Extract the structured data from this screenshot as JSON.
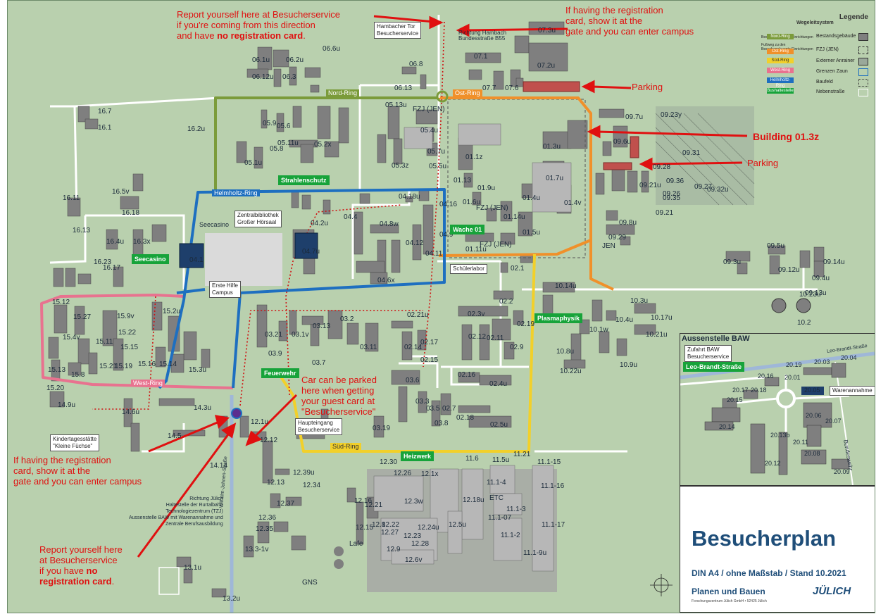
{
  "notes": {
    "top_left": [
      "Report yourself here at Besucherservice",
      "if you're coming from this direction",
      "and have ",
      "no registration card",
      "."
    ],
    "top_right": [
      "If having the registration",
      "card, show it at the",
      "gate and you can enter campus"
    ],
    "bottom_gate": [
      "If having the registration",
      "card, show it at the",
      "gate and you can enter campus"
    ],
    "bottom_report": [
      "Report yourself here",
      "at Besucherservice",
      "if you have ",
      "no",
      "registration card",
      "."
    ],
    "car_parked": [
      "Car can be parked",
      "here when getting",
      "your guest card at",
      "\"Besucherservice\""
    ],
    "parking_1": "Parking",
    "parking_2": "Parking",
    "building": "Building 01.3z"
  },
  "legend": {
    "title": "Legende",
    "subtitle": "Wegeleitsystem",
    "rings": [
      "Nord-Ring",
      "Ost-Ring",
      "Süd-Ring",
      "West-Ring",
      "Helmholtz-Ring",
      "Bushaltestelle"
    ],
    "ring_colors": [
      "#7b9b3a",
      "#f0902a",
      "#f2d02a",
      "#e05a78",
      "#1e6fc0",
      "#17a33a"
    ],
    "items": [
      "Bestandsgebäude",
      "FZJ (JEN)",
      "Externer Anrainer",
      "Grenzen Zaun",
      "Baufeld",
      "Nebenstraße"
    ],
    "footpath": [
      "Fußweg zu den",
      "Besucherrelevante Einrichtungen"
    ],
    "entry": "Besucherrelevante Einrichtungen"
  },
  "places": {
    "hambacher_tor": [
      "Hambacher Tor",
      "Besucherservice"
    ],
    "richtung_hambach": [
      "Richtung Hambach",
      "Bundesstraße B55"
    ],
    "zentralbibliothek": [
      "Zentralbibliothek",
      "Großer Hörsaal"
    ],
    "seecasino": "Seecasino",
    "erste_hilfe": [
      "Erste Hilfe",
      "Campus"
    ],
    "schuelerlabor": "Schülerlabor",
    "haupteingang": [
      "Haupteingang",
      "Besucherservice"
    ],
    "kindertagesstaette": [
      "Kindertagesstätte",
      "\"Kleine Füchse\""
    ],
    "richtung_juelich": [
      "Richtung Jülich",
      "Haltestelle der Rurtalbahn",
      "Technologiezentrum (TZJ)",
      "Aussenstelle BAW mit Warenannahme und",
      "Zentrale Berufsausbildung"
    ],
    "wilhelm_johnen": "Wilhelm-Johnen-Straße",
    "gns": "GNS",
    "lafe": "Lafe",
    "jen": "JEN",
    "etc": "ETC"
  },
  "stops": [
    "Strahlenschutz",
    "Wache 01",
    "Seecasino",
    "Plasmaphysik",
    "Feuerwehr",
    "Heizwerk"
  ],
  "ring_labels": {
    "nord": "Nord-Ring",
    "ost": "Ost-Ring",
    "sued": "Süd-Ring",
    "west": "West-Ring",
    "helmholtz": "Helmholtz-Ring"
  },
  "inset": {
    "title": "Aussenstelle BAW",
    "zufahrt": [
      "Zufahrt BAW",
      "Besucherservice"
    ],
    "stop": "Leo-Brandt-Straße",
    "street": "Leo-Brandt-Straße",
    "warenannahme": "Warenannahme",
    "bundeswehr": "Bundeswehr",
    "buildings": [
      "20.19",
      "20.03",
      "20.04",
      "20.16",
      "20.01",
      "20.17",
      "20.18",
      "20.05",
      "20.15",
      "20.14",
      "20.06",
      "20.07",
      "20.13b",
      "20.11",
      "20.08",
      "20.12",
      "20.09"
    ]
  },
  "title_panel": {
    "title": "Besucherplan",
    "subtitle": "DIN A4 / ohne Maßstab / Stand 10.2021",
    "dept": "Planen und Bauen",
    "address": "Forschungszentrum Jülich GmbH • 52425 Jülich",
    "logo": "JÜLICH"
  },
  "buildings": [
    [
      "06.6u",
      447,
      64
    ],
    [
      "06.1u",
      347,
      80
    ],
    [
      "06.2u",
      395,
      80
    ],
    [
      "06.12u",
      347,
      104
    ],
    [
      "06.3",
      390,
      104
    ],
    [
      "05.9",
      362,
      170
    ],
    [
      "05.6",
      382,
      174
    ],
    [
      "05.11u",
      383,
      198
    ],
    [
      "05.8",
      372,
      206
    ],
    [
      "05.1u",
      336,
      226
    ],
    [
      "05.2x",
      435,
      200
    ],
    [
      "05.13u",
      536,
      144
    ],
    [
      "FZJ (JEN)",
      575,
      150
    ],
    [
      "05.4u",
      586,
      180
    ],
    [
      "05.3z",
      545,
      230
    ],
    [
      "05.7u",
      596,
      210
    ],
    [
      "05.5u",
      598,
      231
    ],
    [
      "16.7",
      128,
      153
    ],
    [
      "16.1",
      128,
      176
    ],
    [
      "16.2u",
      255,
      178
    ],
    [
      "16.11",
      78,
      276
    ],
    [
      "16.5v",
      148,
      267
    ],
    [
      "16.18",
      162,
      297
    ],
    [
      "16.4u",
      140,
      338
    ],
    [
      "16.3x",
      178,
      338
    ],
    [
      "16.13",
      92,
      322
    ],
    [
      "16.23",
      122,
      367
    ],
    [
      "16.17",
      135,
      375
    ],
    [
      "15.12",
      63,
      424
    ],
    [
      "15.27",
      93,
      445
    ],
    [
      "15.9v",
      155,
      444
    ],
    [
      "15.2u",
      220,
      437
    ],
    [
      "15.22",
      157,
      467
    ],
    [
      "15.4v",
      78,
      474
    ],
    [
      "15.11",
      125,
      480
    ],
    [
      "15.15",
      160,
      488
    ],
    [
      "15.16",
      185,
      512
    ],
    [
      "15.14",
      215,
      512
    ],
    [
      "15.21",
      130,
      515
    ],
    [
      "15.19",
      152,
      515
    ],
    [
      "15.3u",
      257,
      520
    ],
    [
      "15.13",
      57,
      520
    ],
    [
      "15.8",
      90,
      527
    ],
    [
      "15.20",
      55,
      546
    ],
    [
      "14.9u",
      71,
      570
    ],
    [
      "14.6u",
      162,
      580
    ],
    [
      "14.3u",
      264,
      574
    ],
    [
      "14.5",
      227,
      614
    ],
    [
      "14.14",
      287,
      656
    ],
    [
      "04.1",
      258,
      364
    ],
    [
      "04.2u",
      430,
      312
    ],
    [
      "04.7u",
      418,
      352
    ],
    [
      "04.4",
      477,
      303
    ],
    [
      "04.8w",
      528,
      313
    ],
    [
      "04.6x",
      525,
      393
    ],
    [
      "04.12",
      565,
      340
    ],
    [
      "04.11",
      593,
      355
    ],
    [
      "04.9",
      613,
      328
    ],
    [
      "04.16",
      613,
      285
    ],
    [
      "04.18u",
      555,
      274
    ],
    [
      "03.21",
      365,
      470
    ],
    [
      "03.9",
      370,
      497
    ],
    [
      "03.1v",
      403,
      470
    ],
    [
      "03.13",
      433,
      458
    ],
    [
      "03.2",
      472,
      448
    ],
    [
      "03.11",
      500,
      488
    ],
    [
      "03.7",
      432,
      510
    ],
    [
      "03.6",
      565,
      535
    ],
    [
      "03.3",
      579,
      565
    ],
    [
      "03.5",
      594,
      575
    ],
    [
      "03.8",
      606,
      596
    ],
    [
      "03.19",
      518,
      603
    ],
    [
      "02.21u",
      567,
      442
    ],
    [
      "02.14",
      563,
      488
    ],
    [
      "02.17",
      586,
      481
    ],
    [
      "02.15",
      586,
      506
    ],
    [
      "02.12",
      654,
      473
    ],
    [
      "02.11",
      680,
      475
    ],
    [
      "02.9",
      713,
      488
    ],
    [
      "02.3v",
      653,
      441
    ],
    [
      "02.16",
      639,
      527
    ],
    [
      "02.7",
      617,
      575
    ],
    [
      "02.4u",
      684,
      540
    ],
    [
      "02.18",
      637,
      588
    ],
    [
      "02.5u",
      685,
      598
    ],
    [
      "02.1",
      714,
      376
    ],
    [
      "02.2",
      698,
      423
    ],
    [
      "02.19",
      723,
      455
    ],
    [
      "01.1z",
      650,
      218
    ],
    [
      "01.13",
      633,
      251
    ],
    [
      "01.9u",
      667,
      262
    ],
    [
      "01.6u",
      646,
      282
    ],
    [
      "FZJ (JEN)",
      665,
      290
    ],
    [
      "01.3u",
      760,
      203
    ],
    [
      "01.4u",
      731,
      276
    ],
    [
      "01.7u",
      764,
      248
    ],
    [
      "01.4v",
      790,
      283
    ],
    [
      "01.14u",
      704,
      303
    ],
    [
      "01.5u",
      731,
      325
    ],
    [
      "FZJ (JEN)",
      670,
      342
    ],
    [
      "01.11u",
      650,
      349
    ],
    [
      "07.3u",
      753,
      38
    ],
    [
      "07.1",
      662,
      75
    ],
    [
      "07.2u",
      752,
      88
    ],
    [
      "07.7",
      674,
      120
    ],
    [
      "07.6",
      706,
      120
    ],
    [
      "06.13",
      549,
      120
    ],
    [
      "06.8",
      570,
      86
    ],
    [
      "09.7u",
      877,
      161
    ],
    [
      "09.23y",
      927,
      158
    ],
    [
      "09.6u",
      860,
      196
    ],
    [
      "09.31",
      958,
      212
    ],
    [
      "09.28",
      916,
      232
    ],
    [
      "09.36",
      935,
      252
    ],
    [
      "09.26",
      930,
      270
    ],
    [
      "09.27",
      975,
      260
    ],
    [
      "09.35",
      930,
      276
    ],
    [
      "09.32u",
      993,
      264
    ],
    [
      "09.21u",
      897,
      258
    ],
    [
      "09.8u",
      868,
      311
    ],
    [
      "09.29",
      853,
      332
    ],
    [
      "09.21",
      920,
      297
    ],
    [
      "09.5u",
      1078,
      344
    ],
    [
      "09.3u",
      1016,
      367
    ],
    [
      "09.12u",
      1094,
      378
    ],
    [
      "09.14u",
      1158,
      367
    ],
    [
      "09.4u",
      1142,
      390
    ],
    [
      "09.13u",
      1132,
      411
    ],
    [
      "10.14u",
      777,
      401
    ],
    [
      "10.3u",
      884,
      422
    ],
    [
      "10.4u",
      863,
      449
    ],
    [
      "10.17u",
      913,
      446
    ],
    [
      "10.1w",
      826,
      463
    ],
    [
      "10.21u",
      906,
      470
    ],
    [
      "10.23u",
      1124,
      413
    ],
    [
      "10.8u",
      779,
      494
    ],
    [
      "10.22u",
      784,
      522
    ],
    [
      "10.9u",
      869,
      513
    ],
    [
      "10.2",
      1121,
      453
    ],
    [
      "12.1u",
      345,
      594
    ],
    [
      "12.12",
      358,
      620
    ],
    [
      "12.13",
      368,
      680
    ],
    [
      "12.39u",
      405,
      666
    ],
    [
      "12.34",
      419,
      684
    ],
    [
      "12.37",
      382,
      710
    ],
    [
      "12.36",
      356,
      730
    ],
    [
      "12.35",
      352,
      746
    ],
    [
      "12.16",
      492,
      706
    ],
    [
      "12.21",
      507,
      712
    ],
    [
      "12.26",
      548,
      667
    ],
    [
      "12.30",
      528,
      651
    ],
    [
      "12.22",
      531,
      740
    ],
    [
      "12.27",
      530,
      751
    ],
    [
      "12.23",
      562,
      756
    ],
    [
      "12.28",
      573,
      767
    ],
    [
      "12.24u",
      582,
      744
    ],
    [
      "12.15",
      494,
      744
    ],
    [
      "12.8",
      517,
      740
    ],
    [
      "12.9",
      538,
      775
    ],
    [
      "12.6v",
      564,
      790
    ],
    [
      "12.5u",
      626,
      740
    ],
    [
      "12.18u",
      646,
      705
    ],
    [
      "12.3w",
      563,
      707
    ],
    [
      "12.1x",
      587,
      668
    ],
    [
      "11.6",
      650,
      646
    ],
    [
      "11.5u",
      688,
      648
    ],
    [
      "11.21",
      718,
      640
    ],
    [
      "11.1-15",
      752,
      651
    ],
    [
      "11.1-4",
      680,
      680
    ],
    [
      "11.1-3",
      708,
      718
    ],
    [
      "11.1-16",
      757,
      685
    ],
    [
      "11.1-17",
      758,
      740
    ],
    [
      "11.1-2",
      700,
      755
    ],
    [
      "11.1-9u",
      732,
      780
    ],
    [
      "11.1-07",
      682,
      730
    ],
    [
      "13.1u",
      250,
      801
    ],
    [
      "13.2u",
      305,
      845
    ],
    [
      "13.3-1v",
      337,
      775
    ]
  ]
}
